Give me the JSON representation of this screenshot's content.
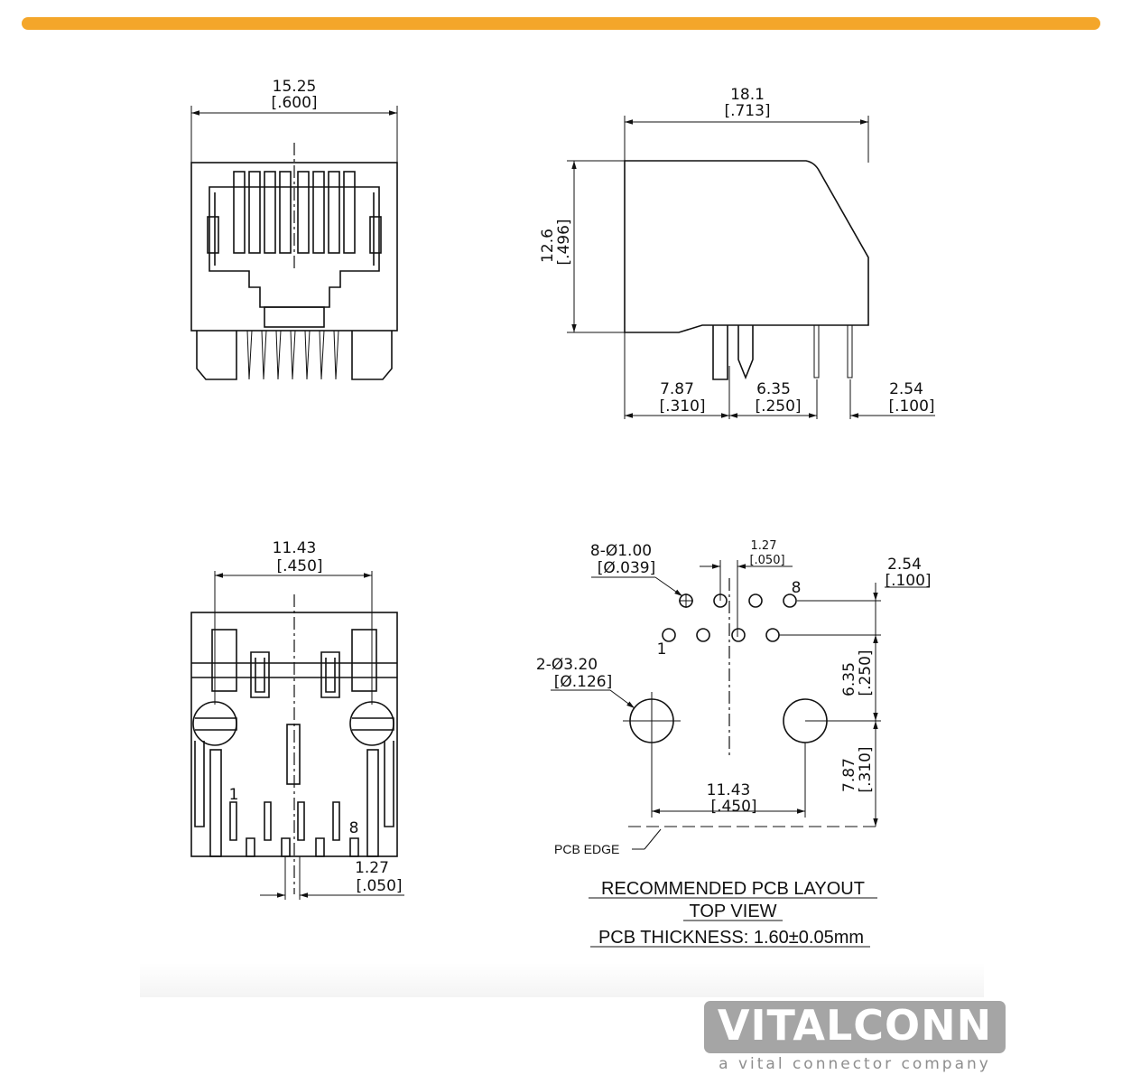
{
  "colors": {
    "accent_bar": "#f4a62a",
    "line": "#111111",
    "logo_bg": "#a5a5a5",
    "logo_text": "#ffffff",
    "tagline": "#8e8e8e"
  },
  "front_view": {
    "width_mm": "15.25",
    "width_in": "[.600]"
  },
  "side_view": {
    "length_mm": "18.1",
    "length_in": "[.713]",
    "height_mm": "12.6",
    "height_in": "[.496]",
    "d1_mm": "7.87",
    "d1_in": "[.310]",
    "d2_mm": "6.35",
    "d2_in": "[.250]",
    "d3_mm": "2.54",
    "d3_in": "[.100]"
  },
  "bottom_view": {
    "span_mm": "11.43",
    "span_in": "[.450]",
    "pin1_label": "1",
    "pin8_label": "8",
    "pitch_mm": "1.27",
    "pitch_in": "[.050]"
  },
  "pcb_layout": {
    "holes_note": "8-Ø1.00",
    "holes_note_in": "[Ø.039]",
    "pitch_mm": "1.27",
    "pitch_in": "[.050]",
    "pin8_label": "8",
    "pin1_label": "1",
    "row_offset_mm": "2.54",
    "row_offset_in": "[.100]",
    "posts_note": "2-Ø3.20",
    "posts_note_in": "[Ø.126]",
    "dim_635_mm": "6.35",
    "dim_635_in": "[.250]",
    "dim_787_mm": "7.87",
    "dim_787_in": "[.310]",
    "post_span_mm": "11.43",
    "post_span_in": "[.450]",
    "pcb_edge": "PCB EDGE",
    "caption_line1": "RECOMMENDED PCB LAYOUT",
    "caption_line2": "TOP VIEW",
    "caption_line3": "PCB THICKNESS: 1.60±0.05mm"
  },
  "logo": {
    "name": "VITALCONN",
    "tagline": "a vital connector company"
  }
}
